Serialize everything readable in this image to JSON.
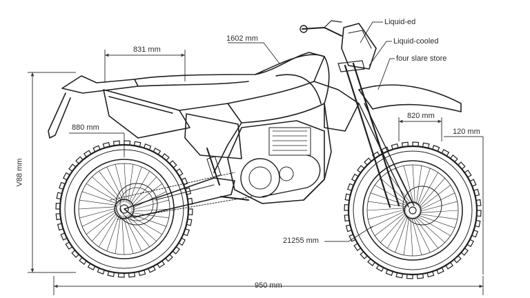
{
  "dimensions": {
    "seat_length": "831 mm",
    "top_length": "1602 mm",
    "height": "V88 mm",
    "seat_height": "880 mm",
    "front_height": "820 mm",
    "front_wheel": "120 mm",
    "wheelbase": "21255 mm",
    "overall_length": "950 mm"
  },
  "callouts": {
    "engine_top": "Liquid-ed",
    "cooling": "Liquid-cooled",
    "engine_type": "four slare store"
  },
  "colors": {
    "line": "#1e1e1e",
    "dim_line": "#3a3a3a",
    "background": "#ffffff"
  }
}
